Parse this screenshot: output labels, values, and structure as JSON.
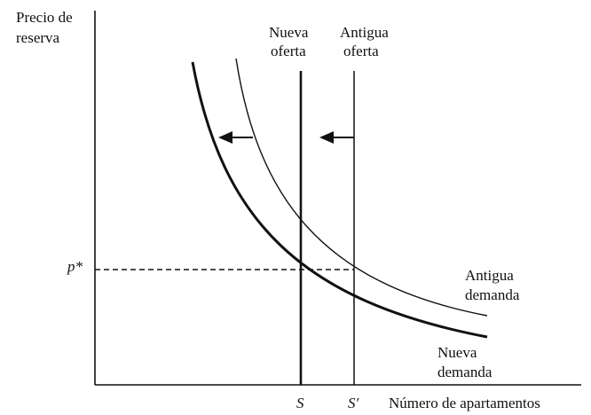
{
  "diagram": {
    "y_axis_label": [
      "Precio de",
      "reserva"
    ],
    "x_axis_label": "Número de apartamentos",
    "price_label": "p*",
    "new_supply_label": [
      "Nueva",
      "oferta"
    ],
    "old_supply_label": [
      "Antigua",
      "oferta"
    ],
    "old_demand_label": [
      "Antigua",
      "demanda"
    ],
    "new_demand_label": [
      "Nueva",
      "demanda"
    ],
    "x_tick_s": "S",
    "x_tick_s_prime": "S′"
  }
}
